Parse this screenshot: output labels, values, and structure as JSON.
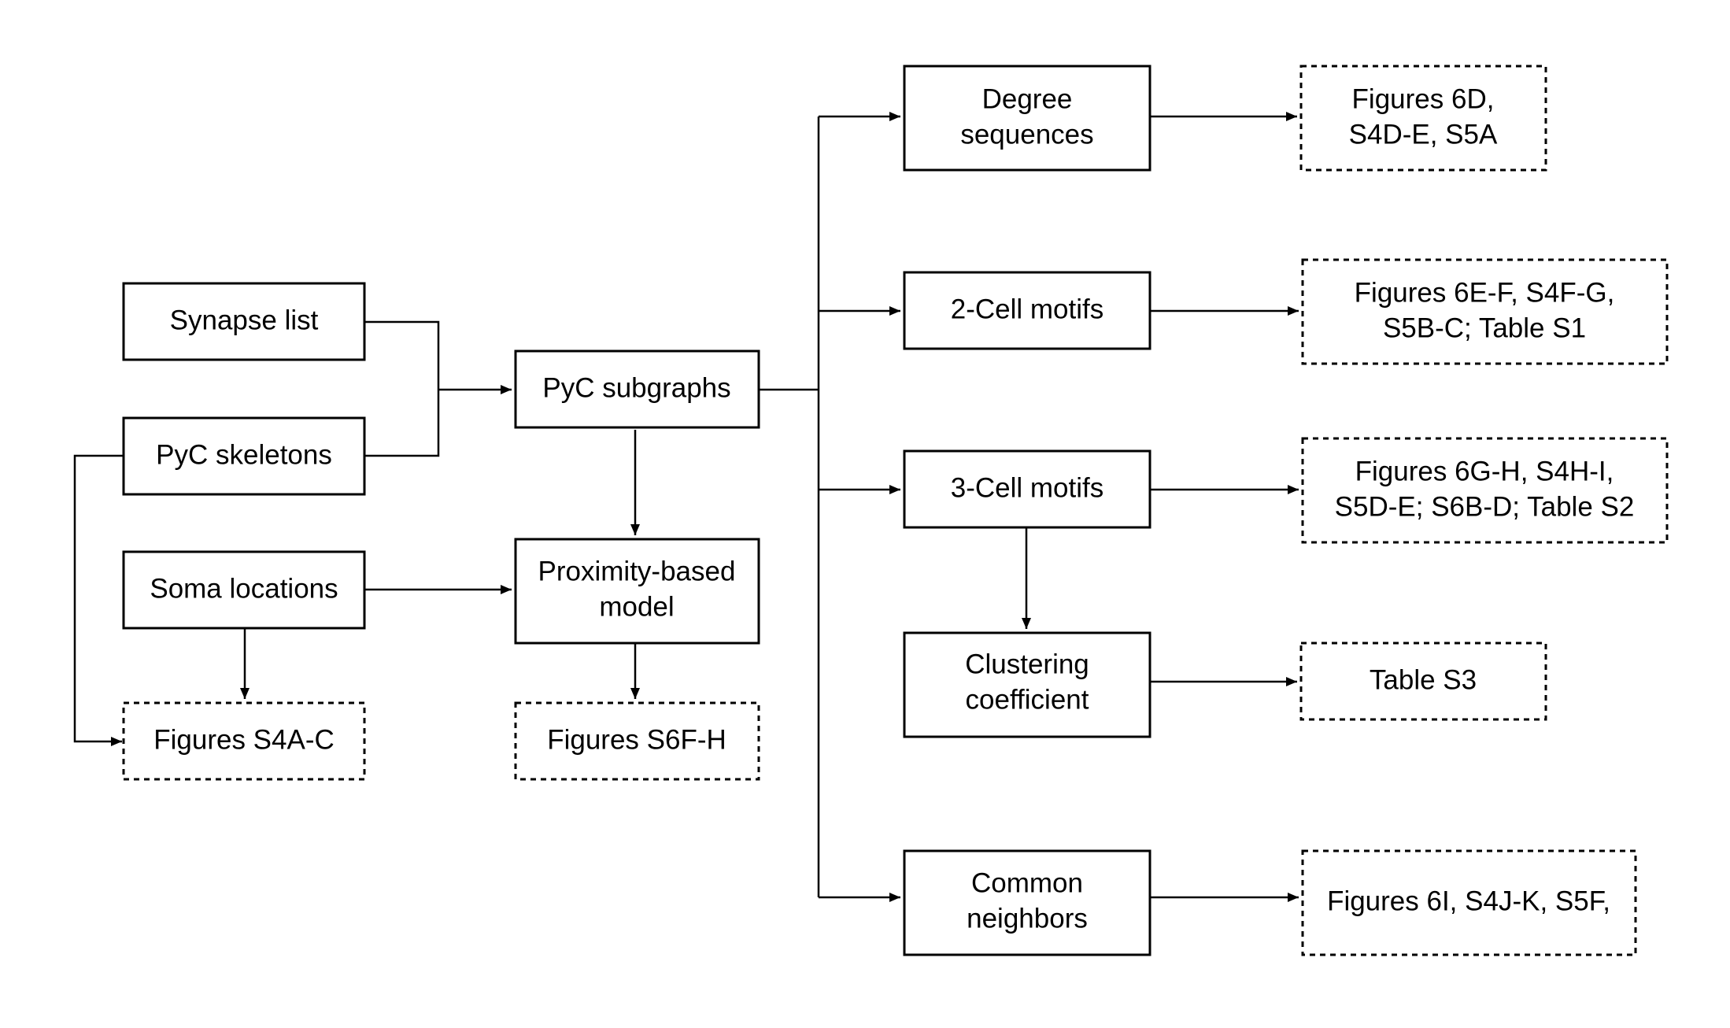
{
  "diagram": {
    "inputs": {
      "synapse_list": "Synapse list",
      "pyc_skeletons": "PyC skeletons",
      "soma_locations": "Soma locations"
    },
    "processing": {
      "pyc_subgraphs": "PyC subgraphs",
      "proximity_model": [
        "Proximity-based",
        "model"
      ]
    },
    "analyses": {
      "degree_sequences": [
        "Degree",
        "sequences"
      ],
      "two_cell_motifs": "2-Cell motifs",
      "three_cell_motifs": "3-Cell motifs",
      "clustering_coefficient": [
        "Clustering",
        "coefficient"
      ],
      "common_neighbors": [
        "Common",
        "neighbors"
      ]
    },
    "outputs": {
      "figures_s4a_c": "Figures S4A-C",
      "figures_s6f_h": "Figures S6F-H",
      "degree_figures": [
        "Figures 6D,",
        "S4D-E, S5A"
      ],
      "two_cell_figures": [
        "Figures 6E-F, S4F-G,",
        "S5B-C; Table S1"
      ],
      "three_cell_figures": [
        "Figures 6G-H, S4H-I,",
        "S5D-E; S6B-D; Table S2"
      ],
      "clustering_table": "Table S3",
      "common_neighbors_figures": "Figures 6I, S4J-K, S5F,"
    }
  }
}
